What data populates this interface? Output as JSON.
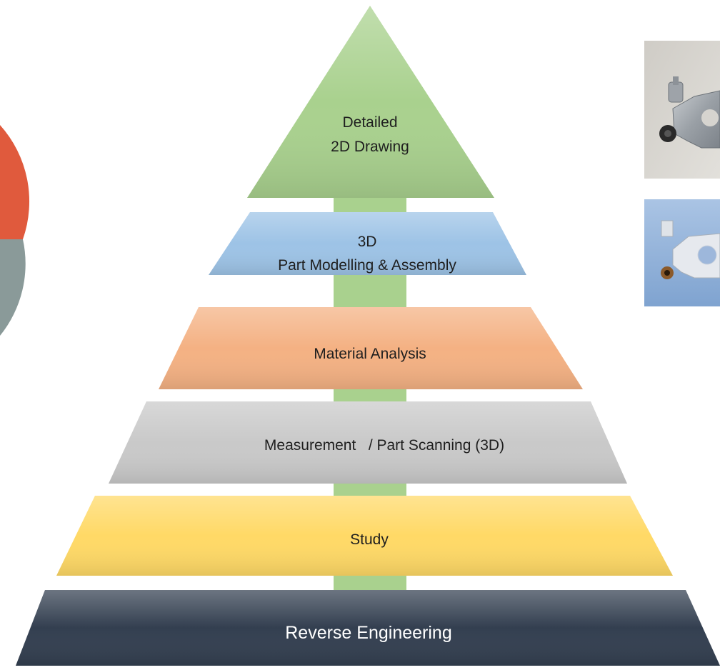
{
  "diagram": {
    "type": "pyramid",
    "arrow": {
      "label_lines": [
        "Detailed",
        "2D Drawing"
      ],
      "color": "#a9d18e"
    },
    "levels": [
      {
        "label_lines": [
          "3D",
          "Part Modelling & Assembly"
        ],
        "color": "#9dc3e6"
      },
      {
        "label_lines": [
          "Material Analysis"
        ],
        "color": "#f4b183"
      },
      {
        "label_lines": [
          "Measurement   / Part Scanning (3D)"
        ],
        "color": "#c9c9c9"
      },
      {
        "label_lines": [
          "Study"
        ],
        "color": "#ffd966"
      },
      {
        "label_lines": [
          "Reverse Engineering"
        ],
        "color": "#333f50",
        "text_color": "#ffffff"
      }
    ]
  },
  "photos": [
    {
      "subject": "metal bracket part photo"
    },
    {
      "subject": "3D scanned bracket model"
    }
  ],
  "decor": {
    "circle_colors": [
      "#e05a3d",
      "#8a9a99"
    ]
  }
}
